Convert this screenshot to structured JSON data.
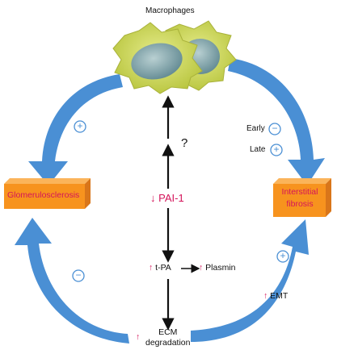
{
  "labels": {
    "macrophages": "Macrophages",
    "question": "?",
    "pai1": "PAI-1",
    "glomerulosclerosis": "Glomerulosclerosis",
    "interstitial_line1": "Interstitial",
    "interstitial_line2": "fibrosis",
    "early": "Early",
    "late": "Late",
    "tpa": "t-PA",
    "plasmin": "Plasmin",
    "emt": "EMT",
    "ecm_line1": "ECM",
    "ecm_line2": "degradation"
  },
  "symbols": {
    "plus": "+",
    "minus": "−",
    "up_arrow": "↑",
    "down_arrow": "↓"
  },
  "colors": {
    "cycle_arrow": "#4a8fd4",
    "box_fill": "#f7931e",
    "box_top": "#fbb45a",
    "box_side": "#d9761a",
    "highlight_text": "#d4145a",
    "cell_fill": "#d4df6a",
    "nucleus_fill": "#8aaeb4"
  }
}
